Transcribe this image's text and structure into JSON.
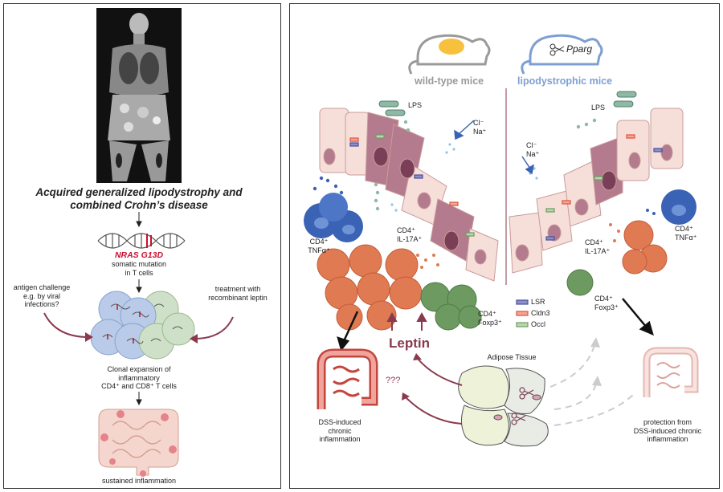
{
  "left": {
    "title_line1": "Acquired generalized lipodystrophy and",
    "title_line2": "combined Crohn’s disease",
    "mutation": "NRAS G13D",
    "mutation_desc": "somatic mutation\nin T cells",
    "antigen": "antigen challenge\ne.g. by viral\ninfections?",
    "leptin_treatment": "treatment with\nrecombinant leptin",
    "clonal": "Clonal expansion of\ninflammatory\nCD4⁺ and CD8⁺ T cells",
    "sustained": "sustained inflammation"
  },
  "right": {
    "wt_label": "wild-type mice",
    "lipo_label": "lipodystrophic mice",
    "pparg": "Pparg",
    "lps_left": "LPS",
    "lps_right": "LPS",
    "ions_left": "Cl⁻\nNa⁺",
    "ions_right": "Cl⁻\nNa⁺",
    "cd4_tnf_left": "CD4⁺\nTNFα⁺",
    "cd4_il17_left": "CD4⁺\nIL-17A⁺",
    "cd4_foxp3_left": "CD4⁺\nFoxp3⁺",
    "cd4_il17_right": "CD4⁺\nIL-17A⁺",
    "cd4_tnf_right": "CD4⁺\nTNFα⁺",
    "cd4_foxp3_right": "CD4⁺\nFoxp3⁺",
    "legend": [
      {
        "label": "LSR",
        "color": "#4a4f9c"
      },
      {
        "label": "Cldn3",
        "color": "#e0523a"
      },
      {
        "label": "Occl",
        "color": "#7fb87a"
      }
    ],
    "adipose": "Adipose Tissue",
    "leptin": "Leptin",
    "unknown": "???",
    "dss_left": "DSS-induced\nchronic\ninflammation",
    "protection": "protection from\nDSS-induced chronic\ninflammation"
  },
  "colors": {
    "accent_red": "#c8102e",
    "maroon": "#8a3a4e",
    "wt_blue_gray": "#9a9a9a",
    "lipo_blue": "#7f9fd1",
    "il17_orange": "#e07a52",
    "tnf_blue": "#3b63b5",
    "foxp3_green": "#6d9a61"
  }
}
